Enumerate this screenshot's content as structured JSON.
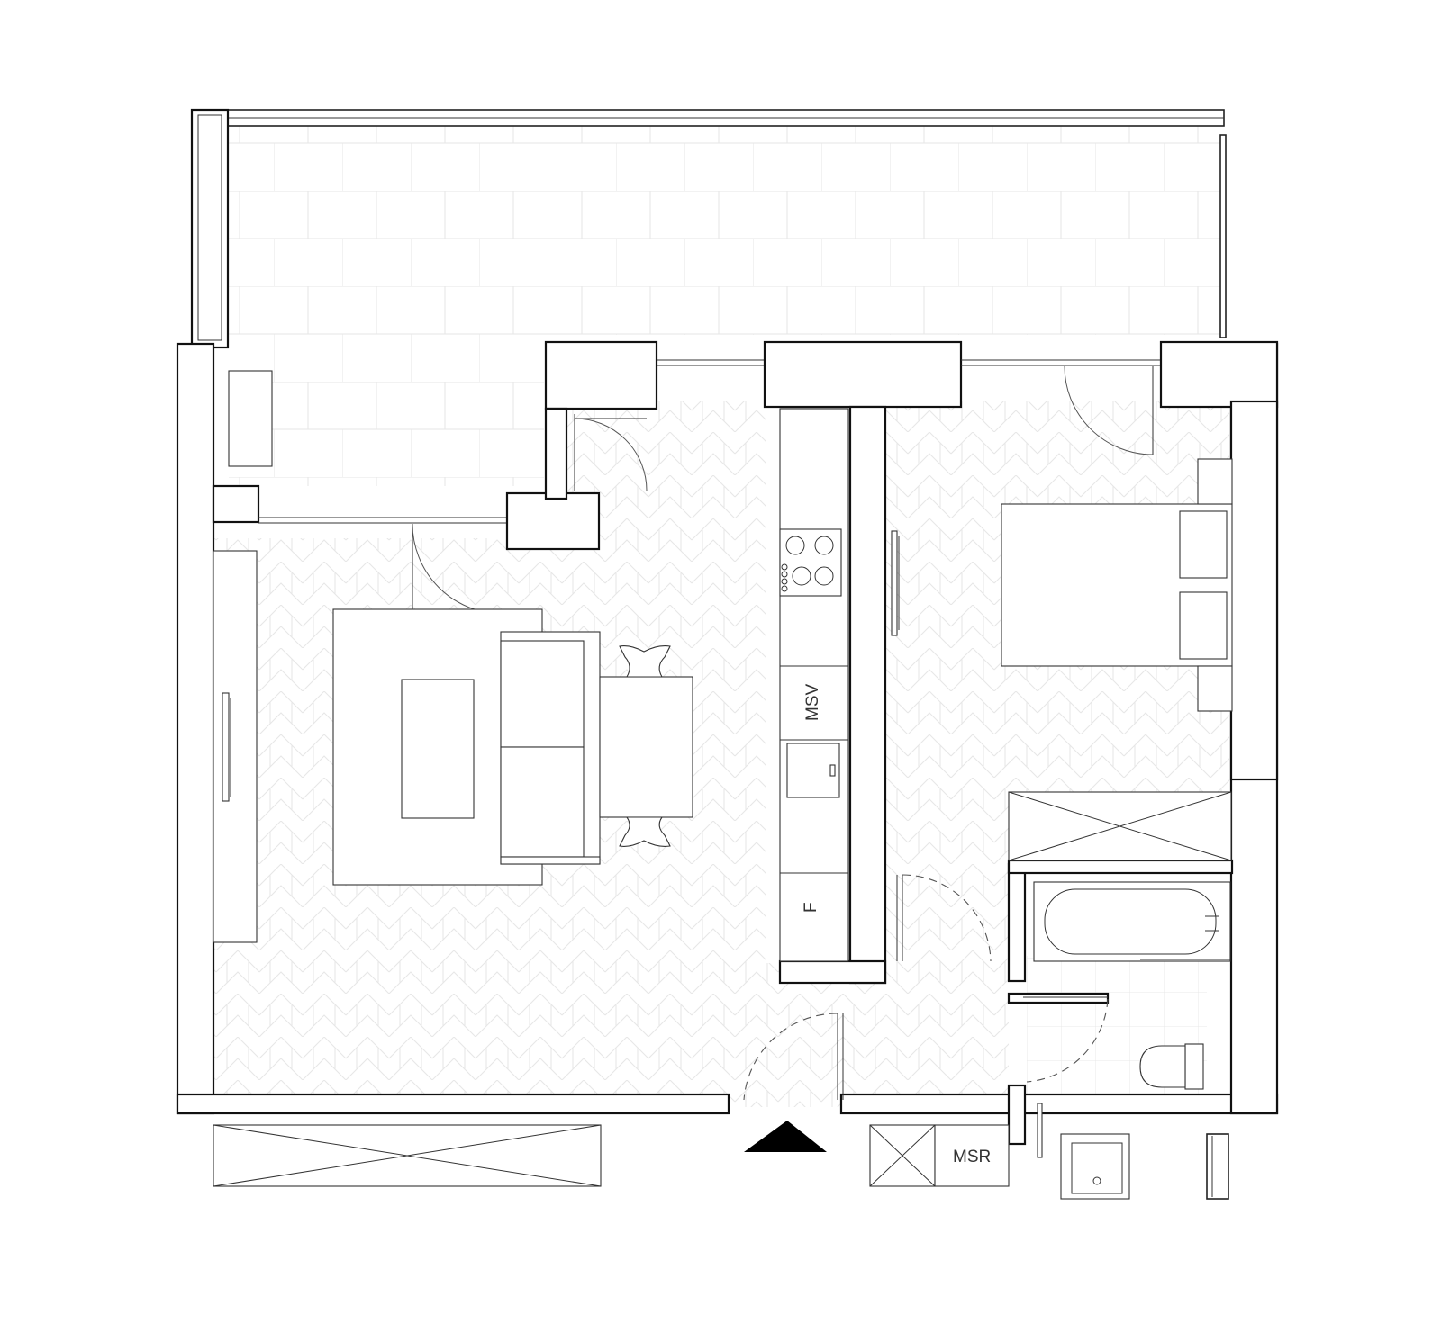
{
  "labels": {
    "msv": "MSV",
    "f": "F",
    "msr": "MSR"
  },
  "colors": {
    "background": "#ffffff",
    "line": "#111111",
    "pattern": "#e4e4e4",
    "entrance_marker": "#000000"
  },
  "icons": {
    "entrance": "triangle-up-icon",
    "cooktop": "cooktop-icon",
    "sink": "sink-icon"
  }
}
